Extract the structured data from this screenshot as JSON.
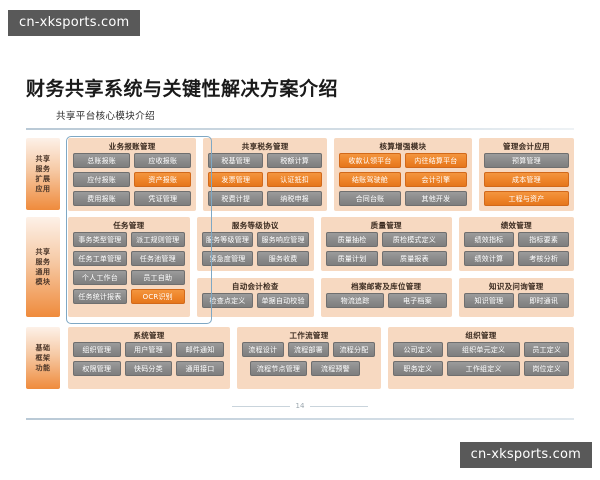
{
  "watermark": {
    "top": "cn-xksports.com",
    "bottom": "cn-xksports.com"
  },
  "slide": {
    "title": "财务共享系统与关键性解决方案介绍",
    "subtitle": "共享平台核心模块介绍",
    "page_number": "14",
    "colors": {
      "accent_orange": "#ee8429",
      "tile_gray": "#8a8a8a",
      "card_bg": "#f7d9c1",
      "highlight_border": "#7fa8c4",
      "band_label_gradient_end": "#ef8b3c"
    }
  },
  "bands": [
    {
      "label": "共享服务扩展应用",
      "groups": [
        {
          "title": "业务报账管理",
          "tiles": [
            {
              "label": "总账报账",
              "style": "gray"
            },
            {
              "label": "应收报账",
              "style": "gray"
            },
            {
              "label": "应付报账",
              "style": "gray"
            },
            {
              "label": "资产报账",
              "style": "orange"
            },
            {
              "label": "费用报账",
              "style": "gray"
            },
            {
              "label": "凭证管理",
              "style": "gray"
            }
          ]
        },
        {
          "title": "共享税务管理",
          "tiles": [
            {
              "label": "税基管理",
              "style": "gray"
            },
            {
              "label": "税额计算",
              "style": "gray"
            },
            {
              "label": "发票管理",
              "style": "orange"
            },
            {
              "label": "认证抵扣",
              "style": "orange"
            },
            {
              "label": "税费计提",
              "style": "gray"
            },
            {
              "label": "纳税申报",
              "style": "gray"
            }
          ]
        },
        {
          "title": "核算增强模块",
          "tiles": [
            {
              "label": "收款认领平台",
              "style": "orange"
            },
            {
              "label": "内往结算平台",
              "style": "orange"
            },
            {
              "label": "结账驾驶舱",
              "style": "orange"
            },
            {
              "label": "会计引擎",
              "style": "orange"
            },
            {
              "label": "合同台账",
              "style": "gray"
            },
            {
              "label": "其他开发",
              "style": "gray"
            }
          ]
        },
        {
          "title": "管理会计应用",
          "tiles": [
            {
              "label": "预算管理",
              "style": "gray"
            },
            {
              "label": "成本管理",
              "style": "orange"
            },
            {
              "label": "工程与资产",
              "style": "orange"
            }
          ]
        }
      ]
    },
    {
      "label": "共享服务通用模块",
      "groups": [
        {
          "title": "任务管理",
          "tiles": [
            {
              "label": "事务类型管理",
              "style": "gray"
            },
            {
              "label": "派工规则管理",
              "style": "gray"
            },
            {
              "label": "任务工单管理",
              "style": "gray"
            },
            {
              "label": "任务池管理",
              "style": "gray"
            },
            {
              "label": "个人工作台",
              "style": "gray"
            },
            {
              "label": "员工自助",
              "style": "gray"
            },
            {
              "label": "任务统计报表",
              "style": "gray"
            },
            {
              "label": "OCR识别",
              "style": "orange"
            }
          ]
        },
        {
          "title": "服务等级协议",
          "tiles": [
            {
              "label": "服务等级管理",
              "style": "gray"
            },
            {
              "label": "服务响应管理",
              "style": "gray"
            },
            {
              "label": "紧急度管理",
              "style": "gray"
            },
            {
              "label": "服务收费",
              "style": "gray"
            }
          ]
        },
        {
          "title": "自动会计检查",
          "tiles": [
            {
              "label": "检查点定义",
              "style": "gray"
            },
            {
              "label": "单据自动校验",
              "style": "gray"
            }
          ]
        },
        {
          "title": "质量管理",
          "tiles": [
            {
              "label": "质量抽检",
              "style": "gray"
            },
            {
              "label": "质检模式定义",
              "style": "gray"
            },
            {
              "label": "质量计划",
              "style": "gray"
            },
            {
              "label": "质量报表",
              "style": "gray"
            }
          ]
        },
        {
          "title": "档案邮寄及库位管理",
          "tiles": [
            {
              "label": "物流追踪",
              "style": "gray"
            },
            {
              "label": "电子档案",
              "style": "gray"
            }
          ]
        },
        {
          "title": "绩效管理",
          "tiles": [
            {
              "label": "绩效指标",
              "style": "gray"
            },
            {
              "label": "指标要素",
              "style": "gray"
            },
            {
              "label": "绩效计算",
              "style": "gray"
            },
            {
              "label": "考核分析",
              "style": "gray"
            }
          ]
        },
        {
          "title": "知识及问询管理",
          "tiles": [
            {
              "label": "知识管理",
              "style": "gray"
            },
            {
              "label": "即时通讯",
              "style": "gray"
            }
          ]
        }
      ]
    },
    {
      "label": "基础框架功能",
      "groups": [
        {
          "title": "系统管理",
          "tiles": [
            {
              "label": "组织管理",
              "style": "gray"
            },
            {
              "label": "用户管理",
              "style": "gray"
            },
            {
              "label": "邮件通知",
              "style": "gray"
            },
            {
              "label": "权限管理",
              "style": "gray"
            },
            {
              "label": "快码分类",
              "style": "gray"
            },
            {
              "label": "通用接口",
              "style": "gray"
            }
          ]
        },
        {
          "title": "工作流管理",
          "tiles": [
            {
              "label": "流程设计",
              "style": "gray"
            },
            {
              "label": "流程部署",
              "style": "gray"
            },
            {
              "label": "流程分配",
              "style": "gray"
            },
            {
              "label": "流程节点管理",
              "style": "gray"
            },
            {
              "label": "流程预警",
              "style": "gray"
            }
          ]
        },
        {
          "title": "组织管理",
          "tiles": [
            {
              "label": "公司定义",
              "style": "gray"
            },
            {
              "label": "组织单元定义",
              "style": "gray"
            },
            {
              "label": "员工定义",
              "style": "gray"
            },
            {
              "label": "职务定义",
              "style": "gray"
            },
            {
              "label": "工作组定义",
              "style": "gray"
            },
            {
              "label": "岗位定义",
              "style": "gray"
            }
          ]
        }
      ]
    }
  ]
}
